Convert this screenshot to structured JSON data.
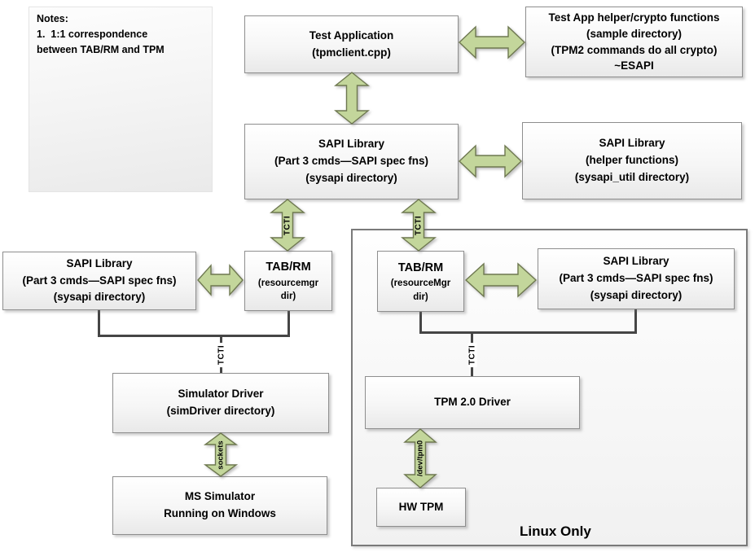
{
  "colors": {
    "arrow_fill": "#c3d69b",
    "arrow_stroke": "#6e7850",
    "connector": "#454545",
    "box_border": "#8e8e8e",
    "container_border": "#7a7a7a"
  },
  "notes": {
    "title": "Notes:",
    "lines": [
      "1.  1:1 correspondence",
      "between TAB/RM and TPM"
    ]
  },
  "boxes": {
    "test_application": {
      "lines": [
        "Test Application",
        "(tpmclient.cpp)"
      ]
    },
    "helper_crypto": {
      "lines": [
        "Test App helper/crypto functions",
        "(sample directory)",
        "(TPM2 commands do all crypto)",
        "~ESAPI"
      ]
    },
    "sapi_main": {
      "lines": [
        "SAPI Library",
        "(Part 3 cmds—SAPI spec fns)",
        "(sysapi directory)"
      ]
    },
    "sapi_helper": {
      "lines": [
        "SAPI Library",
        "(helper functions)",
        "(sysapi_util directory)"
      ]
    },
    "sapi_left": {
      "lines": [
        "SAPI Library",
        "(Part 3 cmds—SAPI spec fns)",
        "(sysapi directory)"
      ]
    },
    "tabrm_left": {
      "lines": [
        "TAB/RM",
        "(resourcemgr",
        "dir)"
      ]
    },
    "tabrm_right": {
      "lines": [
        "TAB/RM",
        "(resourceMgr",
        "dir)"
      ]
    },
    "sapi_right": {
      "lines": [
        "SAPI Library",
        "(Part 3 cmds—SAPI spec fns)",
        "(sysapi directory)"
      ]
    },
    "simulator_driver": {
      "lines": [
        "Simulator Driver",
        "(simDriver directory)"
      ]
    },
    "ms_simulator": {
      "lines": [
        "MS Simulator",
        "Running on Windows"
      ]
    },
    "tpm_driver": {
      "lines": [
        "TPM 2.0 Driver"
      ]
    },
    "hw_tpm": {
      "lines": [
        "HW TPM"
      ]
    }
  },
  "labels": {
    "tcti_arrow_left": "TCTI",
    "tcti_arrow_right": "TCTI",
    "tcti_conn_left": "TCTI",
    "tcti_conn_right": "TCTI",
    "sockets": "sockets",
    "dev_tpm0": "/dev/tpm0",
    "linux_only": "Linux Only"
  }
}
